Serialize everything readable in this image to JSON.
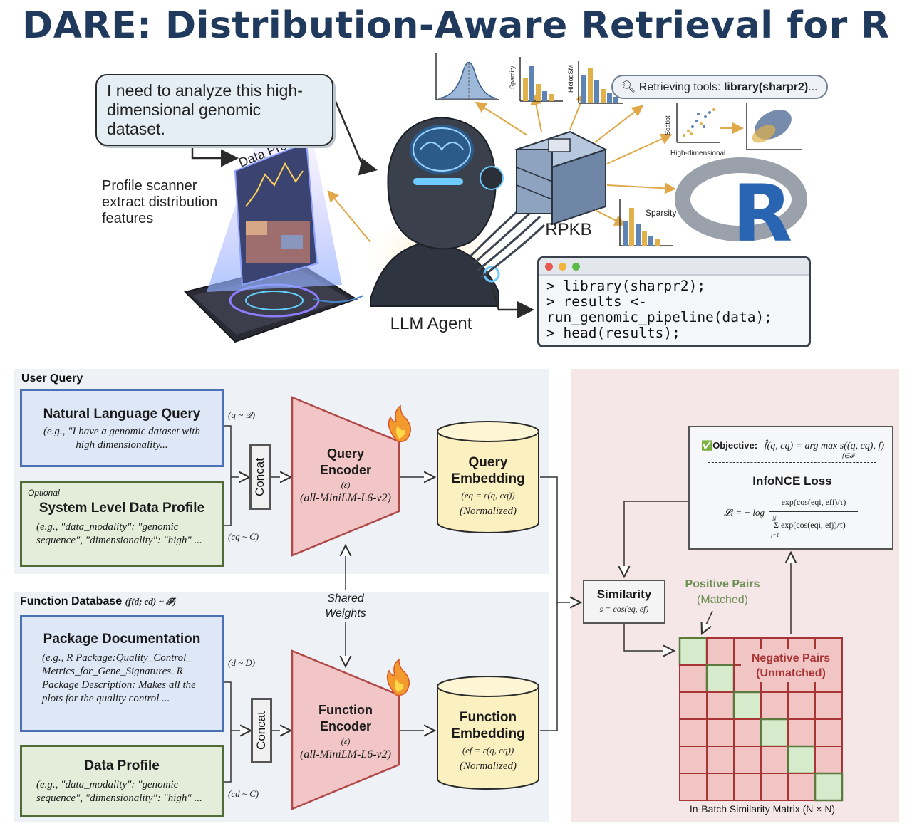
{
  "title": "DARE: Distribution-Aware Retrieval for R",
  "illustration": {
    "speech_bubble": "I need to analyze this high-dimensional genomic dataset.",
    "data_profile_label": "Data Profile",
    "profile_scanner": "Profile scanner extract distribution features",
    "llm_agent_label": "LLM Agent",
    "rpkb_label": "RPKB",
    "search_prefix": "Retrieving tools: ",
    "search_library": "library(sharpr2)",
    "search_suffix": "...",
    "sparsity_label": "Sparsity",
    "sparcity_label": "Sparcity",
    "hielog_label": "HielogSM",
    "scatlot_label": "Scatlot",
    "high_dim_label": "High-dimensional",
    "r_logo_letter": "R",
    "code_lines": [
      "> library(sharpr2);",
      "> results <-",
      "run_genomic_pipeline(data);",
      "> head(results);"
    ],
    "terminal_dot_colors": [
      "#e8574f",
      "#f0b33c",
      "#5cba4a"
    ]
  },
  "user_query_panel": {
    "title": "User Query",
    "nl_query": {
      "heading": "Natural Language Query",
      "example": "(e.g., \"I have a genomic dataset with high dimensionality..."
    },
    "q_dist": "(q ~ 𝒬)",
    "sys_profile": {
      "tag": "Optional",
      "heading": "System Level Data Profile",
      "example": "(e.g., \"data_modality\": \"genomic sequence\", \"dimensionality\": \"high\" ..."
    },
    "cq_dist": "(cq ~ C)",
    "concat_label": "Concat",
    "encoder": {
      "name": "Query Encoder",
      "symbol": "(ε)",
      "model": "(all-MiniLM-L6-v2)"
    },
    "embedding": {
      "name": "Query Embedding",
      "formula": "(eq = ε(q, cq))",
      "note": "(Normalized)"
    }
  },
  "shared_weights": "Shared Weights",
  "function_db_panel": {
    "title": "Function Database",
    "title_math": "(f(d; cd) ~ 𝓕)",
    "package_doc": {
      "heading": "Package Documentation",
      "example": "(e.g., R Package:Quality_Control_ Metrics_for_Gene_Signatures. R Package Description: Makes all the plots for the quality control ..."
    },
    "d_dist": "(d ~ D)",
    "data_profile": {
      "heading": "Data Profile",
      "example": "(e.g., \"data_modality\": \"genomic sequence\", \"dimensionality\": \"high\" ..."
    },
    "cd_dist": "(cd ~ C)",
    "concat_label": "Concat",
    "encoder": {
      "name": "Function Encoder",
      "symbol": "(ε)",
      "model": "(all-MiniLM-L6-v2)"
    },
    "embedding": {
      "name": "Function Embedding",
      "formula": "(ef = ε(q, cq))",
      "note": "(Normalized)"
    }
  },
  "similarity": {
    "heading": "Similarity",
    "formula": "s = cos(eq, ef)"
  },
  "objective": {
    "check": "✅",
    "label": "Objective:",
    "formula": "f̂(q, cq) = arg max s((q, cq), f)",
    "formula_sub": "f∈𝓕",
    "loss_title": "InfoNCE Loss",
    "loss_lhs": "𝓛i = − log",
    "loss_num": "exp(cos(eqi, efi)/τ)",
    "loss_den": "Σ exp(cos(eqi, efj)/τ)",
    "loss_sum_top": "N",
    "loss_sum_bottom": "j=1"
  },
  "matrix": {
    "size": 6,
    "positive_label": "Positive Pairs",
    "positive_sub": "(Matched)",
    "negative_label": "Negative Pairs",
    "negative_sub": "(Unmatched)",
    "caption": "In-Batch Similarity Matrix (N × N)",
    "positive_color": "#d6ebcc",
    "negative_color": "#f2c5c5"
  },
  "colors": {
    "title": "#1f3a5c",
    "encoder_fill": "#f2c6c6",
    "encoder_stroke": "#b04848",
    "cylinder_fill": "#fbf0bf",
    "cylinder_stroke": "#2b2b2b",
    "matrix_stroke": "#a83535",
    "positive_text": "#6e8f54",
    "negative_text": "#a83535"
  }
}
